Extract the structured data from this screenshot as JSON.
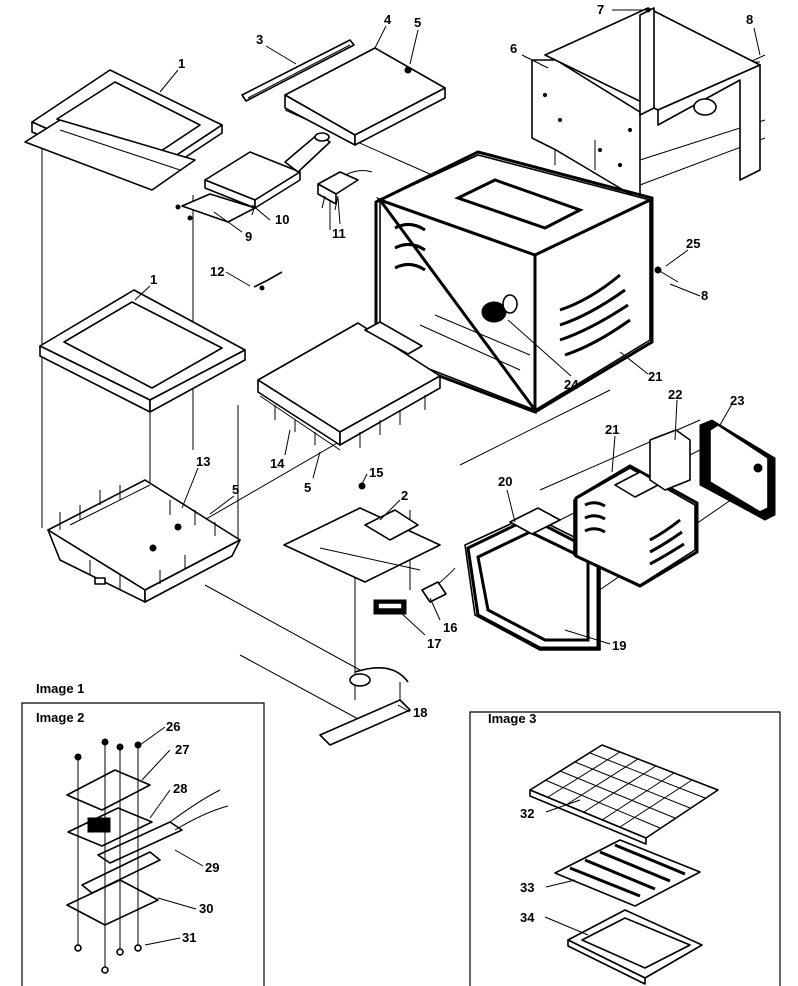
{
  "callouts": [
    "1",
    "3",
    "4",
    "5",
    "6",
    "7",
    "8",
    "9",
    "10",
    "11",
    "12",
    "1",
    "13",
    "5",
    "14",
    "5",
    "15",
    "2",
    "16",
    "17",
    "18",
    "19",
    "20",
    "21",
    "22",
    "23",
    "24",
    "21",
    "25",
    "8",
    "26",
    "27",
    "28",
    "29",
    "30",
    "31",
    "32",
    "33",
    "34"
  ],
  "image_labels": [
    "Image 1",
    "Image 2",
    "Image 3"
  ]
}
